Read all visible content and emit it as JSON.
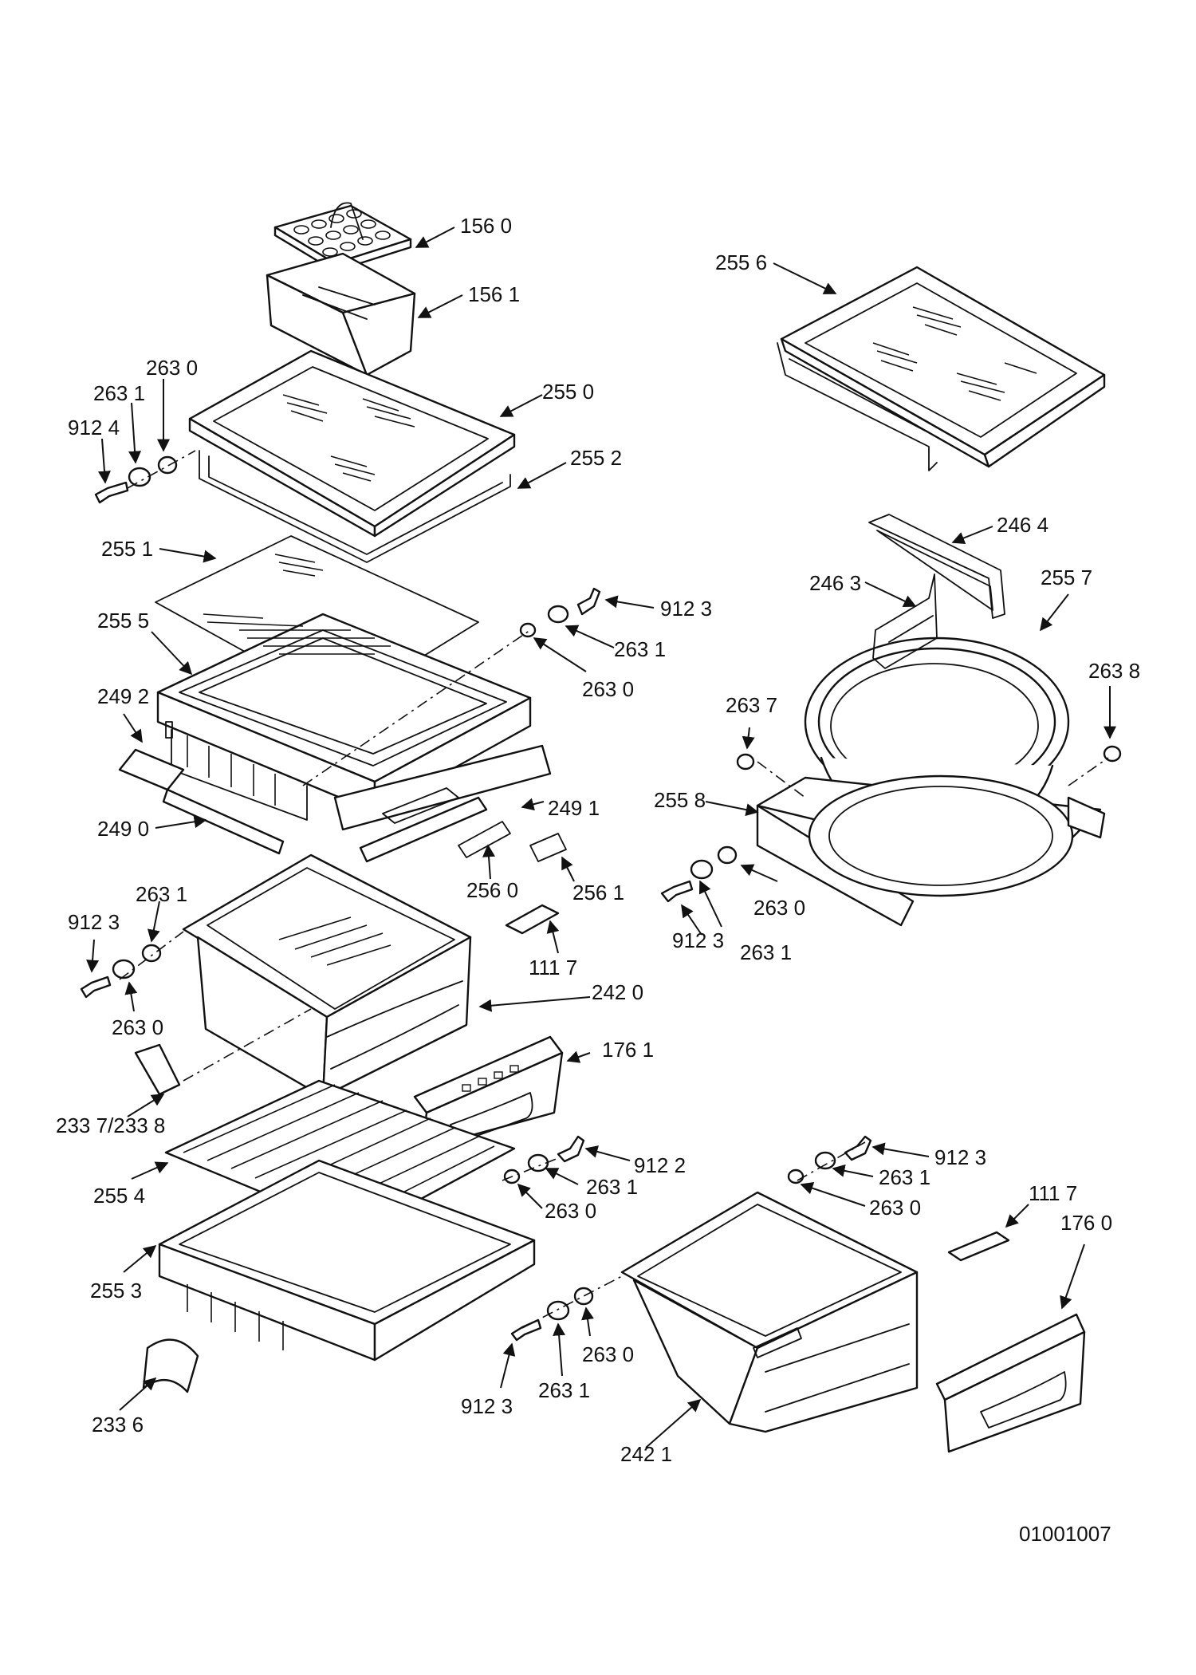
{
  "colors": {
    "ink": "#111111",
    "background": "#ffffff"
  },
  "document_number": "01001007",
  "callouts": {
    "c1560": "156 0",
    "c1561": "156 1",
    "c2556": "255 6",
    "c2630a": "263 0",
    "c2631a": "263 1",
    "c9124": "912 4",
    "c2550": "255 0",
    "c2552": "255 2",
    "c2551": "255 1",
    "c2464": "246 4",
    "c2463": "246 3",
    "c2557": "255 7",
    "c9123a": "912 3",
    "c2555": "255 5",
    "c2631b": "263 1",
    "c2630b": "263 0",
    "c2638": "263 8",
    "c2637": "263 7",
    "c2492": "249 2",
    "c2558": "255 8",
    "c2491": "249 1",
    "c2490": "249 0",
    "c2560": "256 0",
    "c2561": "256 1",
    "c2630c": "263 0",
    "c2631c": "263 1",
    "c9123b": "912 3",
    "c9123c": "912 3",
    "c2631d": "263 1",
    "c1117a": "111 7",
    "c2420": "242 0",
    "c2630d": "263 0",
    "c1761": "176 1",
    "c2337": "233 7/233 8",
    "c9122": "912 2",
    "c2631e": "263 1",
    "c2630e": "263 0",
    "c9123d": "912 3",
    "c2631f": "263 1",
    "c2630f": "263 0",
    "c1117b": "111 7",
    "c1760": "176 0",
    "c2554": "255 4",
    "c2553": "255 3",
    "c2630g": "263 0",
    "c9123e": "912 3",
    "c2631g": "263 1",
    "c2336": "233 6",
    "c2421": "242 1"
  }
}
